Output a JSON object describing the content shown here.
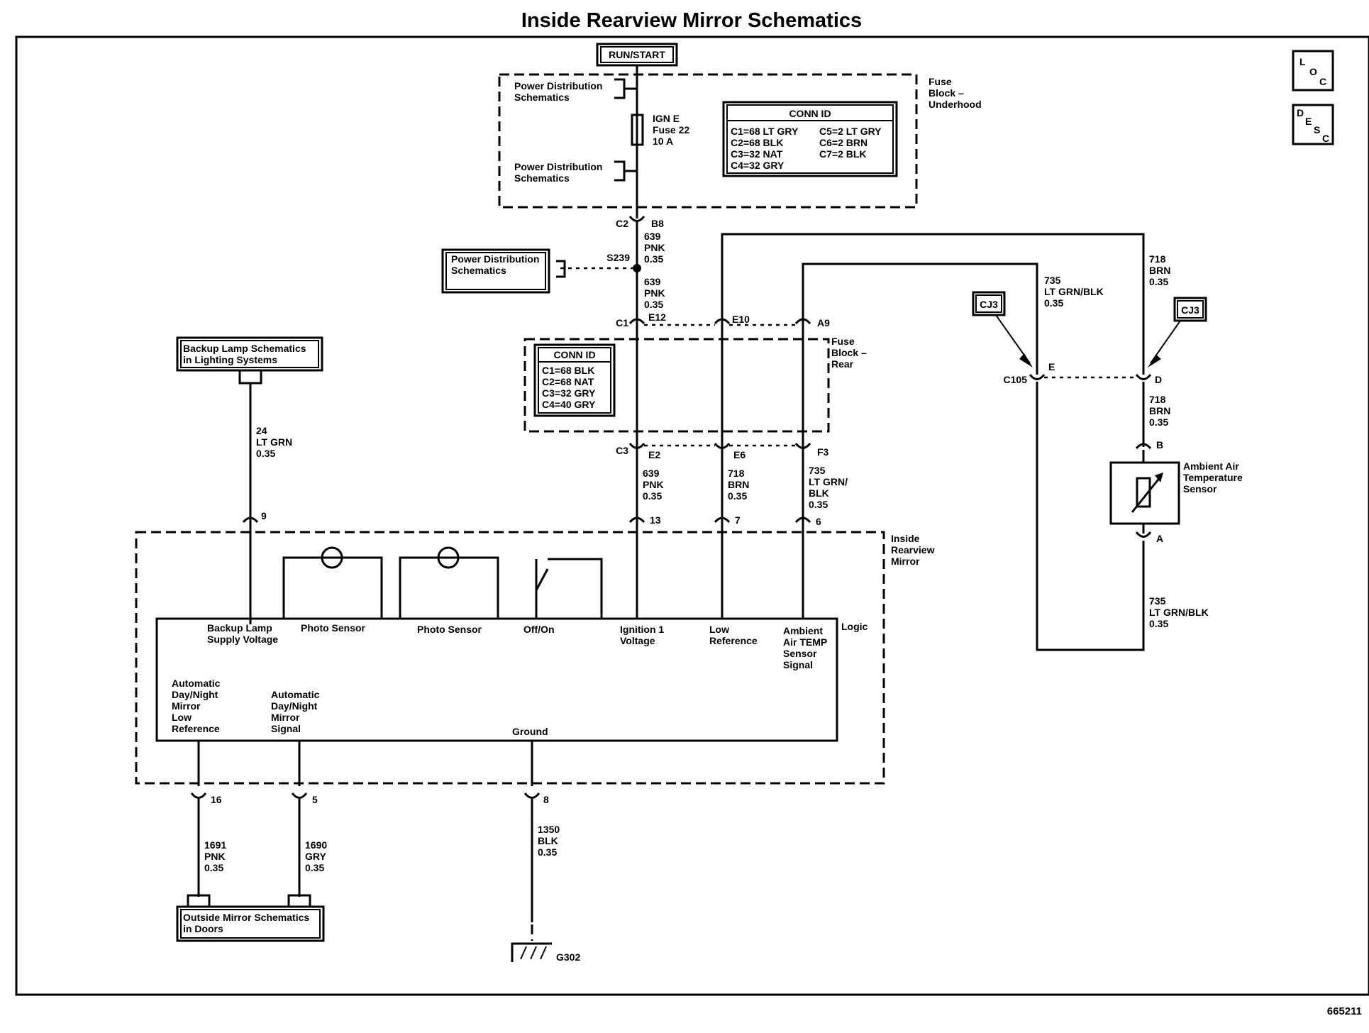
{
  "title": "Inside Rearview Mirror Schematics",
  "figure_number": "665211",
  "corner_icons": {
    "loc": [
      "L",
      "O",
      "C"
    ],
    "desc": [
      "D",
      "E",
      "S",
      "C"
    ]
  },
  "run_start": "RUN/START",
  "fuse_block_underhood": {
    "label": [
      "Fuse",
      "Block –",
      "Underhood"
    ],
    "power_dist_top": [
      "Power Distribution",
      "Schematics"
    ],
    "power_dist_bottom": [
      "Power Distribution",
      "Schematics"
    ],
    "fuse": [
      "IGN E",
      "Fuse 22",
      "10 A"
    ],
    "conn_id_title": "CONN ID",
    "conn_id_left": [
      "C1=68 LT GRY",
      "C2=68 BLK",
      "C3=32 NAT",
      "C4=32 GRY"
    ],
    "conn_id_right": [
      "C5=2 LT GRY",
      "C6=2 BRN",
      "C7=2 BLK"
    ]
  },
  "c2": {
    "conn": "C2",
    "pin": "B8"
  },
  "wire_639_upper": [
    "639",
    "PNK",
    "0.35"
  ],
  "splice": "S239",
  "power_dist_side": [
    "Power Distribution",
    "Schematics"
  ],
  "wire_639_mid": [
    "639",
    "PNK",
    "0.35"
  ],
  "c1": {
    "conn": "C1",
    "pins": [
      "E12",
      "E10",
      "A9"
    ]
  },
  "fuse_block_rear": {
    "label": [
      "Fuse",
      "Block –",
      "Rear"
    ],
    "conn_id_title": "CONN ID",
    "conn_id": [
      "C1=68 BLK",
      "C2=68 NAT",
      "C3=32 GRY",
      "C4=40 GRY"
    ]
  },
  "c3": {
    "conn": "C3",
    "pins": [
      "E2",
      "E6",
      "F3"
    ]
  },
  "wire_639_lower": [
    "639",
    "PNK",
    "0.35"
  ],
  "wire_718_lower": [
    "718",
    "BRN",
    "0.35"
  ],
  "wire_735_lower": [
    "735",
    "LT GRN/",
    "BLK",
    "0.35"
  ],
  "mirror_pins": {
    "p9": "9",
    "p13": "13",
    "p7": "7",
    "p6": "6",
    "p16": "16",
    "p5": "5",
    "p8": "8"
  },
  "backup_lamp_ref": [
    "Backup Lamp Schematics",
    "in Lighting Systems"
  ],
  "wire_24": [
    "24",
    "LT GRN",
    "0.35"
  ],
  "mirror_label": [
    "Inside",
    "Rearview",
    "Mirror"
  ],
  "logic_label": "Logic",
  "functions": {
    "backup": [
      "Backup Lamp",
      "Supply Voltage"
    ],
    "photo1": "Photo Sensor",
    "photo2": "Photo Sensor",
    "offon": "Off/On",
    "ign": [
      "Ignition 1",
      "Voltage"
    ],
    "lowref": [
      "Low",
      "Reference"
    ],
    "ambient": [
      "Ambient",
      "Air TEMP",
      "Sensor",
      "Signal"
    ],
    "adn_low": [
      "Automatic",
      "Day/Night",
      "Mirror",
      "Low",
      "Reference"
    ],
    "adn_sig": [
      "Automatic",
      "Day/Night",
      "Mirror",
      "Signal"
    ],
    "ground": "Ground"
  },
  "wire_1691": [
    "1691",
    "PNK",
    "0.35"
  ],
  "wire_1690": [
    "1690",
    "GRY",
    "0.35"
  ],
  "wire_1350": [
    "1350",
    "BLK",
    "0.35"
  ],
  "outside_mirror_ref": [
    "Outside Mirror Schematics",
    "in Doors"
  ],
  "ground_id": "G302",
  "wire_735_top": [
    "735",
    "LT GRN/BLK",
    "0.35"
  ],
  "wire_718_top": [
    "718",
    "BRN",
    "0.35"
  ],
  "cj3_left": "CJ3",
  "cj3_right": "CJ3",
  "c105": {
    "conn": "C105",
    "pin_e": "E",
    "pin_d": "D"
  },
  "wire_718_sensor": [
    "718",
    "BRN",
    "0.35"
  ],
  "sensor_pins": {
    "b": "B",
    "a": "A"
  },
  "sensor_label": [
    "Ambient Air",
    "Temperature",
    "Sensor"
  ],
  "wire_735_sensor": [
    "735",
    "LT GRN/BLK",
    "0.35"
  ]
}
